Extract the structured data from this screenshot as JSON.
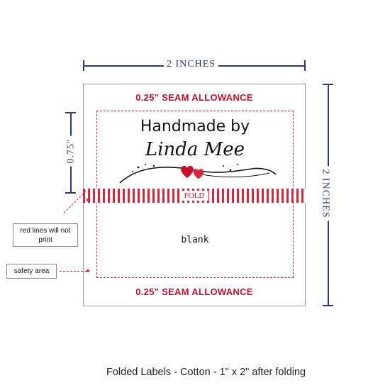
{
  "dimensions": {
    "width_label": "2 INCHES",
    "height_label": "2 INCHES",
    "top_section_label": "0.75\""
  },
  "label": {
    "seam_top": "0.25\" SEAM ALLOWANCE",
    "seam_bottom": "0.25\" SEAM ALLOWANCE",
    "line1": "Handmade by",
    "line2": "Linda Mee",
    "fold_text": "FOLD",
    "back_text": "blank"
  },
  "notes": {
    "red_lines": "red lines will not print",
    "safety": "safety area"
  },
  "footer": "Folded Labels - Cotton - 1\" x 2\" after folding",
  "colors": {
    "accent_red": "#d9263a",
    "dimension_navy": "#2b3a73",
    "heart_red": "#c8102e"
  },
  "icons": [
    "heart-icon",
    "heart-icon",
    "swirl-flourish"
  ]
}
